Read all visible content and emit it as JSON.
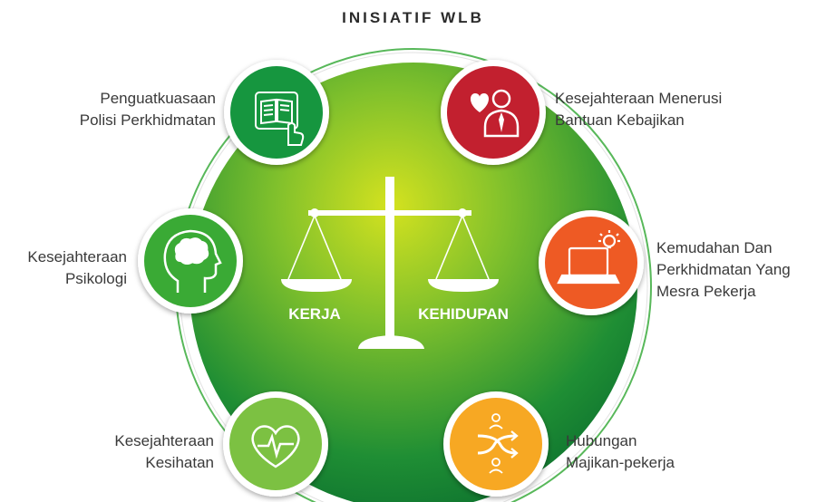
{
  "title": "INISIATIF WLB",
  "center": {
    "left_word": "KERJA",
    "right_word": "KEHIDUPAN"
  },
  "items": [
    {
      "label": "Penguatkuasaan\nPolisi  Perkhidmatan",
      "icon": "tablet-book-icon",
      "color": "#16963f"
    },
    {
      "label": "Kesejahteraan Menerusi\nBantuan Kebajikan",
      "icon": "heart-person-icon",
      "color": "#c2202f"
    },
    {
      "label": "Kesejahteraan\nPsikologi",
      "icon": "head-thought-icon",
      "color": "#3aaa35"
    },
    {
      "label": "Kemudahan Dan\nPerkhidmatan Yang\nMesra Pekerja",
      "icon": "laptop-idea-icon",
      "color": "#ee5a24"
    },
    {
      "label": "Kesejahteraan\nKesihatan",
      "icon": "heart-pulse-icon",
      "color": "#7cc142"
    },
    {
      "label": "Hubungan\nMajikan-pekerja",
      "icon": "exchange-arrows-icon",
      "color": "#f7a823"
    }
  ]
}
